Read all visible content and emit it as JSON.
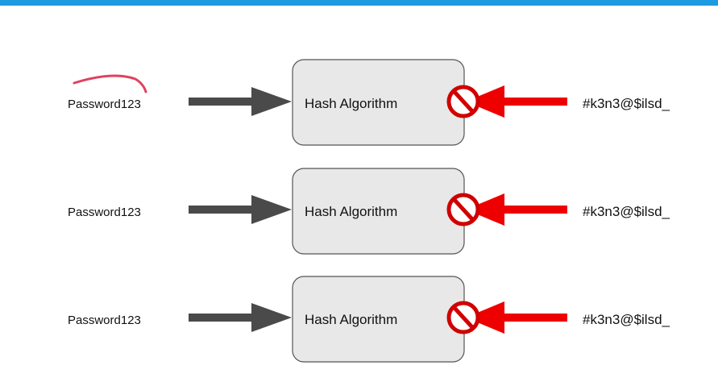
{
  "colors": {
    "accent_bar": "#1e9be0",
    "box_fill": "#e8e8e8",
    "box_stroke": "#555555",
    "forward_arrow": "#4a4a4a",
    "reverse_arrow": "#ee0000",
    "no_sign": "#dd0000",
    "highlight_stroke": "#e0425e"
  },
  "rows": [
    {
      "input_label": "Password123",
      "process_label": "Hash Algorithm",
      "output_label": "#k3n3@$ilsd_",
      "forward_icon": "arrow-right-icon",
      "blocked_icon": "no-entry-icon",
      "reverse_icon": "arrow-left-icon"
    },
    {
      "input_label": "Password123",
      "process_label": "Hash Algorithm",
      "output_label": "#k3n3@$ilsd_",
      "forward_icon": "arrow-right-icon",
      "blocked_icon": "no-entry-icon",
      "reverse_icon": "arrow-left-icon"
    },
    {
      "input_label": "Password123",
      "process_label": "Hash Algorithm",
      "output_label": "#k3n3@$ilsd_",
      "forward_icon": "arrow-right-icon",
      "blocked_icon": "no-entry-icon",
      "reverse_icon": "arrow-left-icon"
    }
  ],
  "annotation": {
    "icon": "highlight-stroke-icon",
    "row": 0
  }
}
